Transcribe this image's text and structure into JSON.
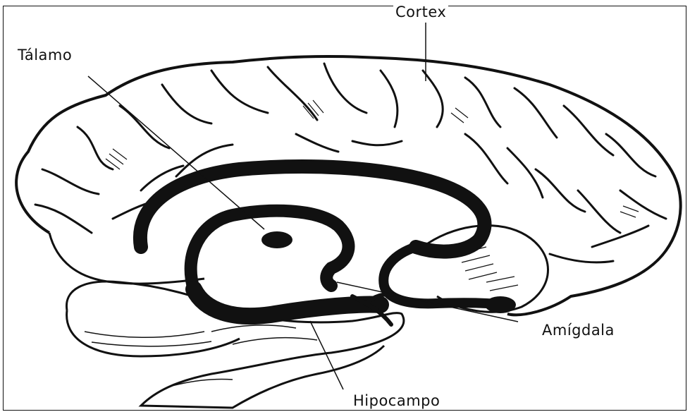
{
  "labels": {
    "cortex": "Cortex",
    "thalamus": "Tálamo",
    "amygdala": "Amígdala",
    "hippocampus": "Hipocampo"
  },
  "colors": {
    "ink": "#111111",
    "paper": "#ffffff"
  }
}
